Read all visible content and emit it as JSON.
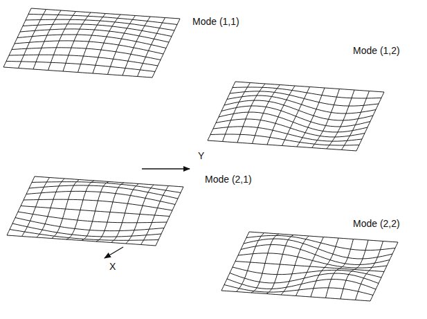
{
  "diagram": {
    "labels": [
      "Mode (1,1)",
      "Mode (1,2)",
      "Mode (2,1)",
      "Mode (2,2)",
      "Y",
      "X"
    ]
  }
}
